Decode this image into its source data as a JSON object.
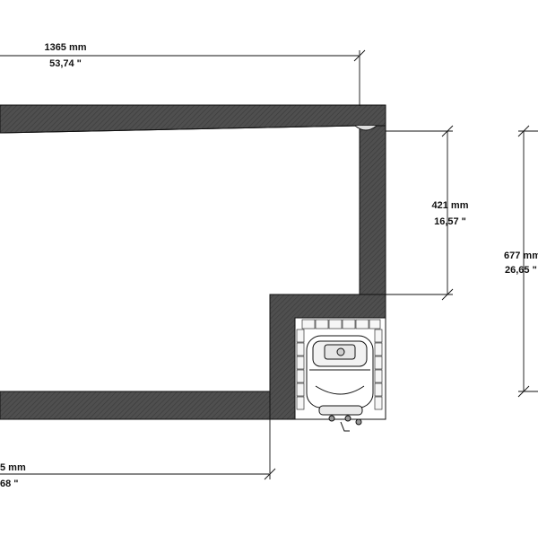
{
  "dimensions": {
    "top_width": {
      "metric": "1365 mm",
      "imperial": "53,74 \""
    },
    "right_upper_height": {
      "metric": "421 mm",
      "imperial": "16,57 \""
    },
    "far_right_height": {
      "metric": "677 mm",
      "imperial": "26,65 \""
    },
    "bottom_width": {
      "metric": "5 mm",
      "imperial": "68 \""
    }
  },
  "colors": {
    "wall_fill": "#4a4a4a",
    "line": "#111111",
    "background": "#ffffff"
  },
  "icons": [
    "wall-mounted-boiler-icon",
    "tile-grid-icon"
  ]
}
